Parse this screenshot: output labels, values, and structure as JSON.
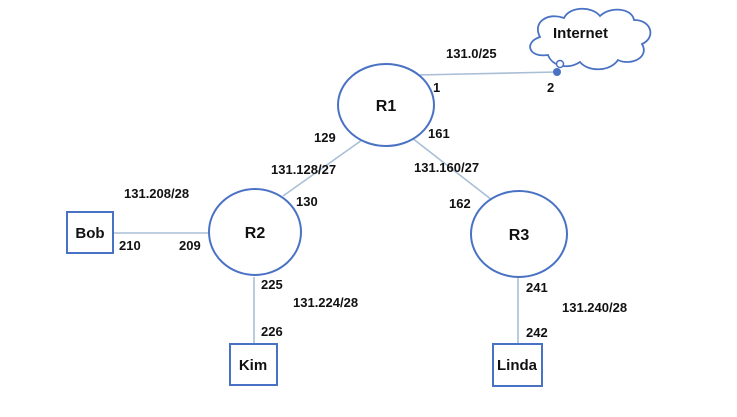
{
  "diagram": {
    "cloud": {
      "label": "Internet"
    },
    "routers": [
      {
        "id": "r1",
        "label": "R1"
      },
      {
        "id": "r2",
        "label": "R2"
      },
      {
        "id": "r3",
        "label": "R3"
      }
    ],
    "hosts": [
      {
        "id": "bob",
        "label": "Bob"
      },
      {
        "id": "kim",
        "label": "Kim"
      },
      {
        "id": "linda",
        "label": "Linda"
      }
    ],
    "subnets": {
      "r1_internet": "131.0/25",
      "r1_r2": "131.128/27",
      "r1_r3": "131.160/27",
      "r2_bob": "131.208/28",
      "r2_kim": "131.224/28",
      "r3_linda": "131.240/28"
    },
    "interfaces": {
      "r1_to_internet": "1",
      "internet_side": "2",
      "r1_to_r2": "129",
      "r1_to_r3": "161",
      "r2_to_r1": "130",
      "r3_to_r1": "162",
      "r2_to_bob": "209",
      "bob_side": "210",
      "r2_to_kim": "225",
      "kim_side": "226",
      "r3_to_linda": "241",
      "linda_side": "242"
    },
    "colors": {
      "node_stroke": "#4a72c4",
      "link": "#a9bfd6",
      "text": "#111111"
    }
  }
}
